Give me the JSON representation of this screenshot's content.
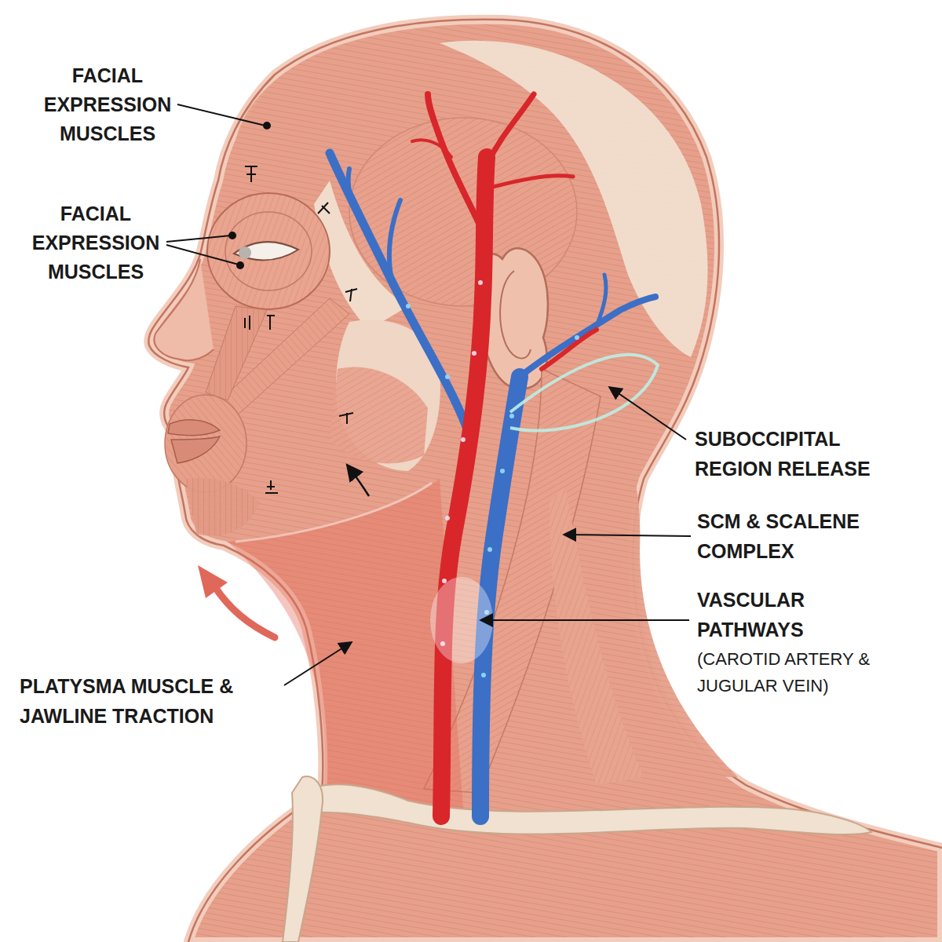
{
  "diagram": {
    "labels": [
      "FACIAL EXPRESSION MUSCLES",
      "FACIAL EXPRESSION MUSCLES",
      "SUBOCCIPITAL REGION RELEASE",
      "SCM & SCALENE COMPLEX",
      "VASCULAR PATHWAYS",
      "(CAROTID ARTERY & JUGULAR VEIN)",
      "PLATYSMA MUSCLE & JAWLINE TRACTION"
    ]
  }
}
